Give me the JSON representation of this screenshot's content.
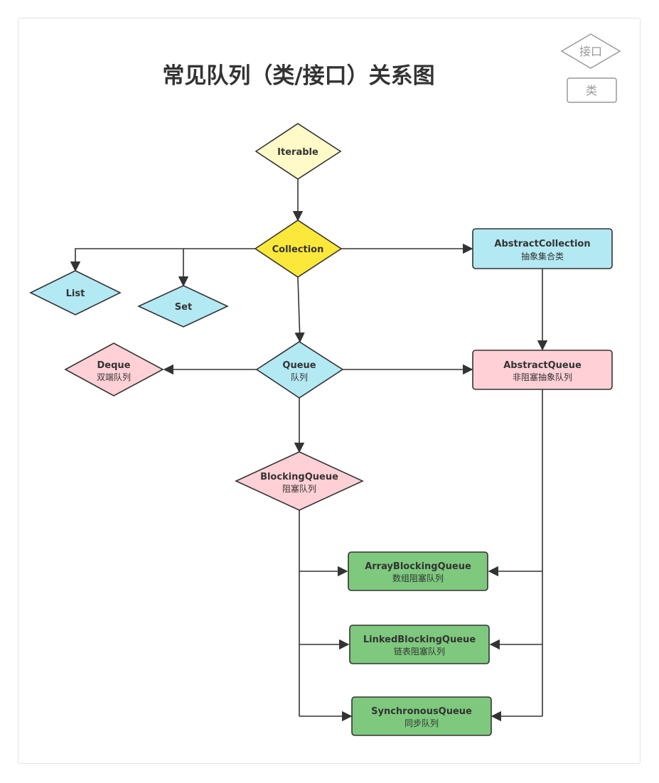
{
  "title": "常见队列（类/接口）关系图",
  "legend": {
    "interface_label": "接口",
    "class_label": "类"
  },
  "colors": {
    "interface_base": "#fffac8",
    "collection": "#fce83a",
    "interface_blue": "#b3e9f3",
    "pink": "#ffd0d6",
    "green": "#7ec97e",
    "stroke": "#333333",
    "legend_stroke": "#999999"
  },
  "nodes": {
    "iterable": {
      "name": "Iterable",
      "kind": "interface"
    },
    "collection": {
      "name": "Collection",
      "kind": "interface"
    },
    "list": {
      "name": "List",
      "kind": "interface"
    },
    "set": {
      "name": "Set",
      "kind": "interface"
    },
    "abstract_collection": {
      "name": "AbstractCollection",
      "desc": "抽象集合类",
      "kind": "class"
    },
    "queue": {
      "name": "Queue",
      "desc": "队列",
      "kind": "interface"
    },
    "deque": {
      "name": "Deque",
      "desc": "双端队列",
      "kind": "interface"
    },
    "abstract_queue": {
      "name": "AbstractQueue",
      "desc": "非阻塞抽象队列",
      "kind": "class"
    },
    "blocking_queue": {
      "name": "BlockingQueue",
      "desc": "阻塞队列",
      "kind": "interface"
    },
    "array_blocking_queue": {
      "name": "ArrayBlockingQueue",
      "desc": "数组阻塞队列",
      "kind": "class"
    },
    "linked_blocking_queue": {
      "name": "LinkedBlockingQueue",
      "desc": "链表阻塞队列",
      "kind": "class"
    },
    "synchronous_queue": {
      "name": "SynchronousQueue",
      "desc": "同步队列",
      "kind": "class"
    }
  }
}
